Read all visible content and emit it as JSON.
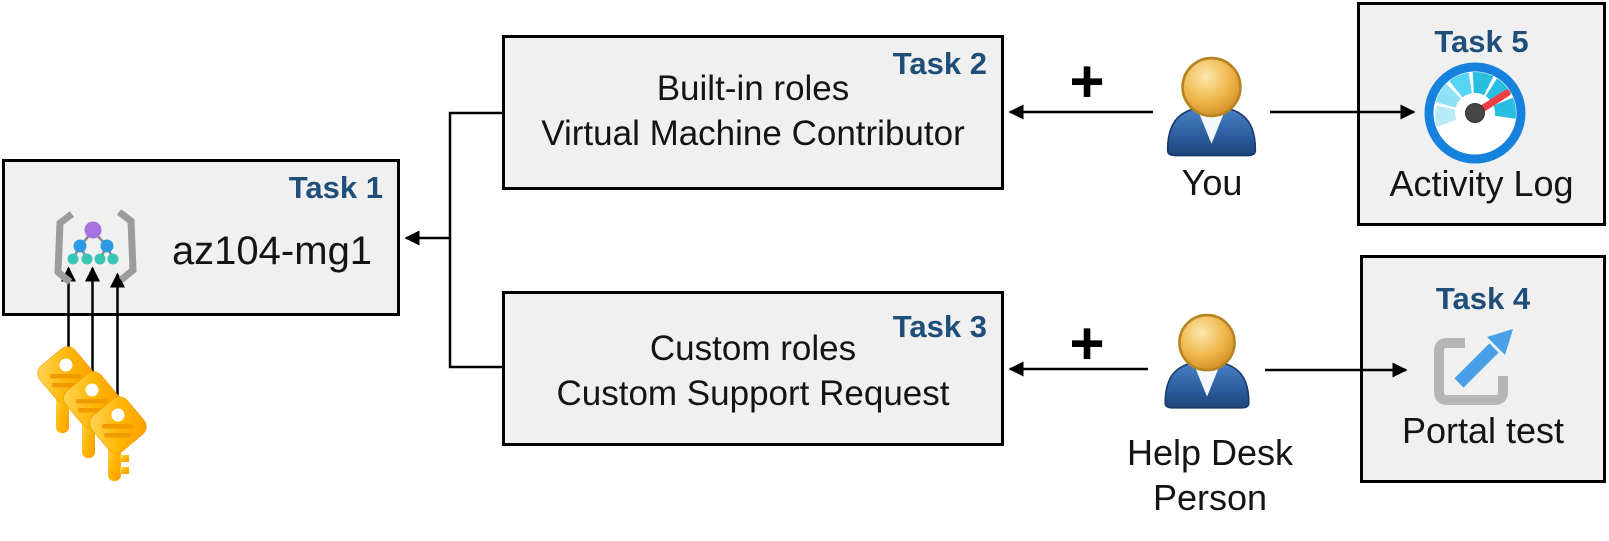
{
  "diagram": {
    "tasks": {
      "task1": {
        "label": "Task 1",
        "title": "az104-mg1",
        "icon": "management-group-icon"
      },
      "task2": {
        "label": "Task 2",
        "lines": [
          "Built-in roles",
          "Virtual Machine Contributor"
        ]
      },
      "task3": {
        "label": "Task 3",
        "lines": [
          "Custom roles",
          "Custom Support Request"
        ]
      },
      "task4": {
        "label": "Task 4",
        "caption": "Portal test",
        "icon": "external-link-icon"
      },
      "task5": {
        "label": "Task 5",
        "caption": "Activity Log",
        "icon": "activity-log-gauge-icon"
      }
    },
    "actors": {
      "you": {
        "label": "You",
        "icon": "person-icon"
      },
      "help_desk": {
        "label_line1": "Help Desk",
        "label_line2": "Person",
        "icon": "person-icon"
      }
    },
    "operators": {
      "plus": "+"
    },
    "decorations": {
      "keys_icon": "key-icon",
      "keys_count": 3
    },
    "colors": {
      "task_label_navy": "#1F4E79",
      "box_background": "#F0F0F0",
      "box_border": "#000000",
      "key_gold": "#FFB400",
      "person_head_gold": "#E8A33D",
      "person_body_blue": "#2B5C9E",
      "gauge_ring_blue": "#1781DE",
      "gauge_segment_cyan": "#2ABDE2",
      "gauge_needle_red": "#EE3E46",
      "portal_arrow_blue": "#4A9FE9",
      "mg_node_purple": "#A873DE",
      "mg_node_blue": "#2E9AE5",
      "mg_node_teal": "#39C6B4"
    }
  }
}
